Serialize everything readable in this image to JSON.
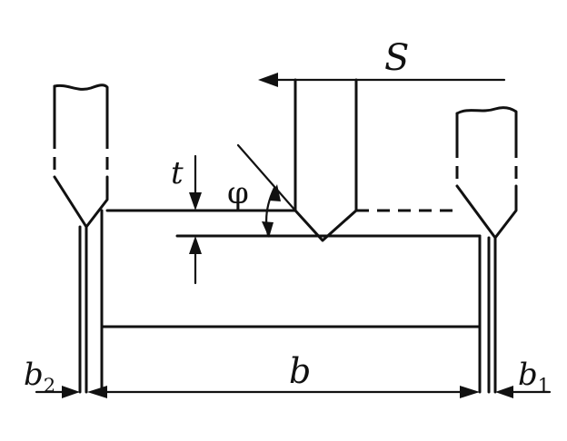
{
  "labels": {
    "feed": "S",
    "depth": "t",
    "angle": "φ",
    "width": "b",
    "b1_base": "b",
    "b1_sub": "1",
    "b2_base": "b",
    "b2_sub": "2"
  }
}
